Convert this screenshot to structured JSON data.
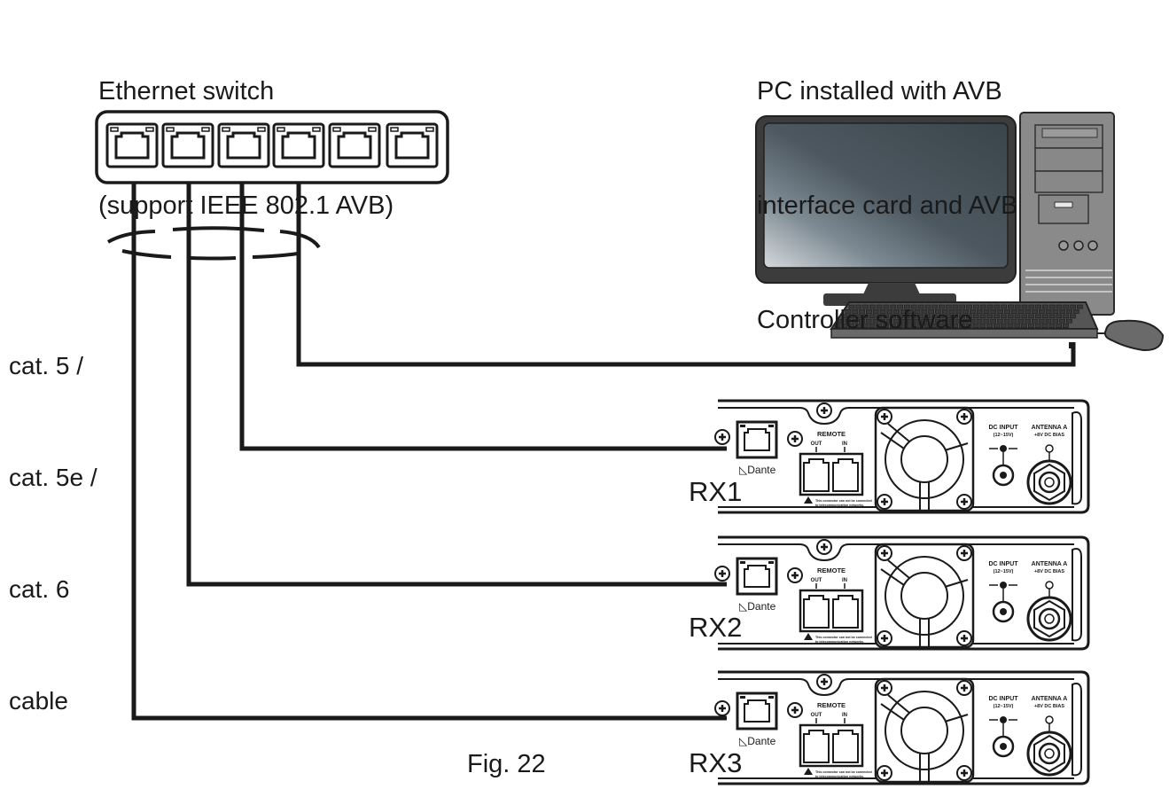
{
  "switch": {
    "label_lines": [
      "Ethernet switch",
      "(support IEEE 802.1 AVB)"
    ],
    "port_count": 6
  },
  "pc": {
    "label_lines": [
      "PC installed with AVB",
      "interface card and AVB",
      "Controller software"
    ]
  },
  "cable": {
    "label_lines": [
      "cat. 5 /",
      "cat. 5e /",
      "cat. 6",
      "cable"
    ]
  },
  "receivers": [
    {
      "name": "RX1"
    },
    {
      "name": "RX2"
    },
    {
      "name": "RX3"
    }
  ],
  "receiver_panel": {
    "network_brand": "Dante",
    "remote_label": "REMOTE",
    "remote_out": "OUT",
    "remote_in": "IN",
    "warning_line1": "This connector can not be connected",
    "warning_line2": "to telecommunication networks.",
    "dc_input_label": "DC INPUT",
    "dc_input_spec": "(12~15V)",
    "antenna_label": "ANTENNA A",
    "antenna_spec": "+8V DC BIAS"
  },
  "caption": "Fig. 22",
  "colors": {
    "line": "#1a1a1a",
    "monitor_frame": "#3c3c3c",
    "tower": "#8a8a8a"
  }
}
